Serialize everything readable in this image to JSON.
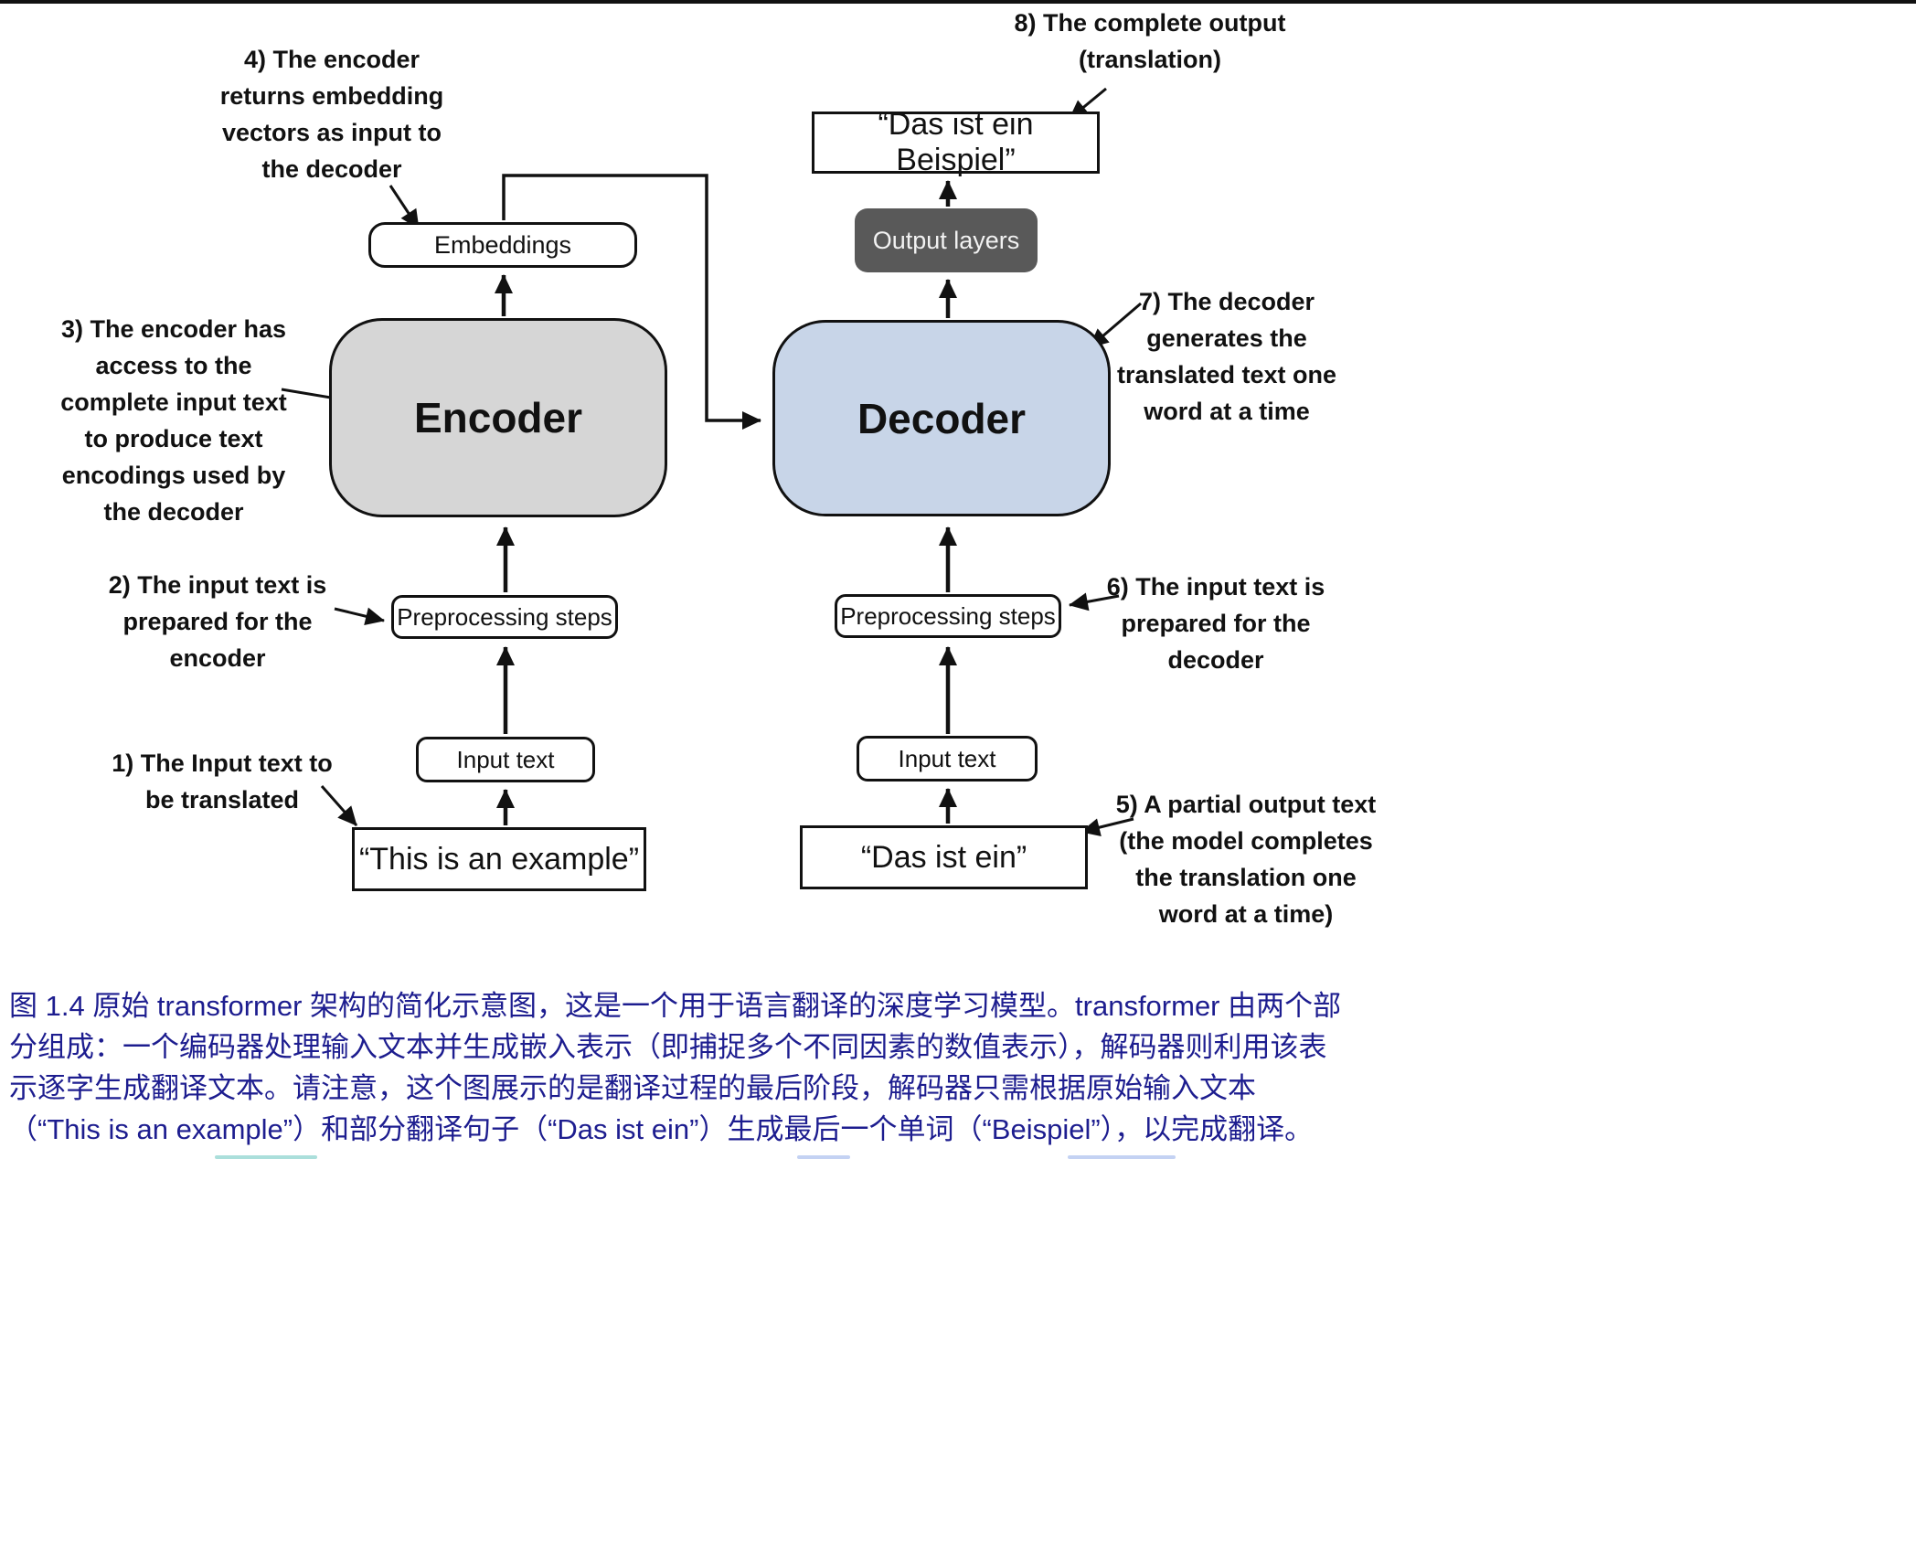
{
  "figure": {
    "boxes": {
      "embeddings": "Embeddings",
      "encoder": "Encoder",
      "decoder": "Decoder",
      "output_layers": "Output layers",
      "left_input": "Input text",
      "left_preprocessing": "Preprocessing steps",
      "left_source": "“This is an example”",
      "right_input": "Input text",
      "right_preprocessing": "Preprocessing steps",
      "right_partial": "“Das ist ein”",
      "right_complete": "“Das ist ein Beispiel”"
    },
    "annotations": {
      "a1": "1) The Input text to\nbe translated",
      "a2": "2) The input text is\nprepared for the\nencoder",
      "a3": "3) The encoder has\naccess to the\ncomplete input text\nto produce text\nencodings used by\nthe decoder",
      "a4": "4) The encoder\nreturns embedding\nvectors as input to\nthe decoder",
      "a5": "5) A partial output text\n(the model completes\nthe translation one\nword at a time)",
      "a6": "6) The input text is\nprepared for the\ndecoder",
      "a7": "7) The decoder\ngenerates the\ntranslated text one\nword at a time",
      "a8": "8) The complete output\n(translation)"
    },
    "colors": {
      "encoder_fill": "#d6d6d6",
      "decoder_fill": "#c8d5e8",
      "output_layers_fill": "#595959",
      "caption_color": "#1d1d8f"
    }
  },
  "caption": {
    "text": "图 1.4  原始 transformer 架构的简化示意图，这是一个用于语言翻译的深度学习模型。transformer 由两个部\n分组成：一个编码器处理输入文本并生成嵌入表示（即捕捉多个不同因素的数值表示），解码器则利用该表\n示逐字生成翻译文本。请注意，这个图展示的是翻译过程的最后阶段，解码器只需根据原始输入文本\n（“This is an example”）和部分翻译句子（“Das ist ein”）生成最后一个单词（“Beispiel”），以完成翻译。"
  }
}
